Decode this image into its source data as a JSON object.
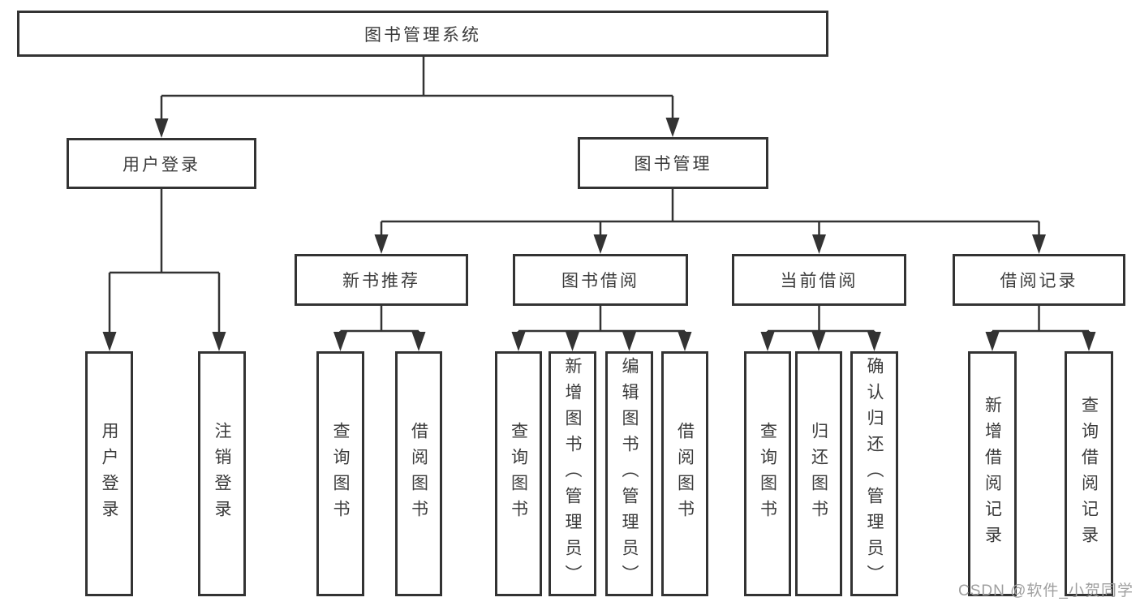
{
  "tree": {
    "root": {
      "label": "图书管理系统"
    },
    "branches": [
      {
        "label": "用户登录",
        "children": [
          {
            "label": "用户登录"
          },
          {
            "label": "注销登录"
          }
        ]
      },
      {
        "label": "图书管理",
        "children": [
          {
            "label": "新书推荐",
            "children": [
              {
                "label": "查询图书"
              },
              {
                "label": "借阅图书"
              }
            ]
          },
          {
            "label": "图书借阅",
            "children": [
              {
                "label": "查询图书"
              },
              {
                "label": "新增图书（管理员）"
              },
              {
                "label": "编辑图书（管理员）"
              },
              {
                "label": "借阅图书"
              }
            ]
          },
          {
            "label": "当前借阅",
            "children": [
              {
                "label": "查询图书"
              },
              {
                "label": "归还图书"
              },
              {
                "label": "确认归还（管理员）"
              }
            ]
          },
          {
            "label": "借阅记录",
            "children": [
              {
                "label": "新增借阅记录"
              },
              {
                "label": "查询借阅记录"
              }
            ]
          }
        ]
      }
    ]
  },
  "watermark": "CSDN @软件_小贺同学",
  "colors": {
    "line": "#333333",
    "text": "#3b3b3b",
    "watermark": "#9f9f9f",
    "background": "#ffffff"
  }
}
